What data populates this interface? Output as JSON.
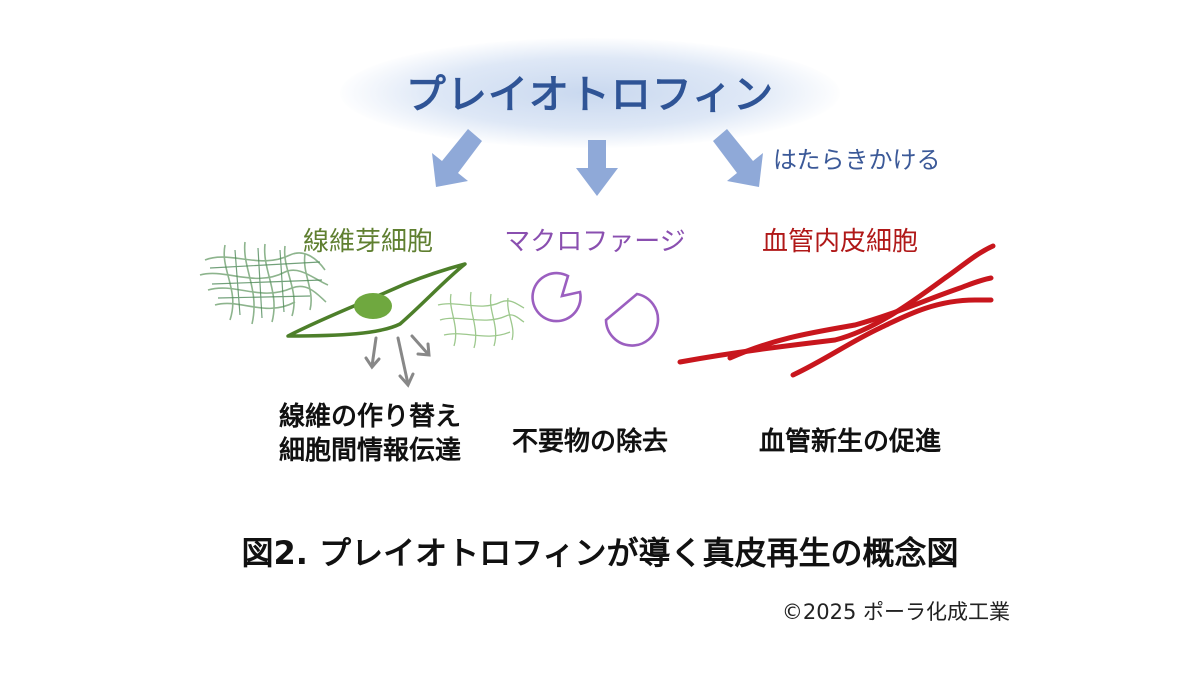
{
  "title": "プレイオトロフィン",
  "action_label": "はたらきかける",
  "cells": {
    "fibroblast": {
      "label": "線維芽細胞",
      "effect_line1": "線維の作り替え",
      "effect_line2": "細胞間情報伝達"
    },
    "macrophage": {
      "label": "マクロファージ",
      "effect": "不要物の除去"
    },
    "endothelial": {
      "label": "血管内皮細胞",
      "effect": "血管新生の促進"
    }
  },
  "caption": "図2. プレイオトロフィンが導く真皮再生の概念図",
  "copyright": "©2025 ポーラ化成工業",
  "colors": {
    "title": "#2f5496",
    "arrow": "#8fa9d8",
    "fibroblast": "#5f7f30",
    "macrophage": "#8a4fb0",
    "endothelial": "#b01818"
  },
  "icons": [
    "arrow-down-left-icon",
    "arrow-down-icon",
    "arrow-down-right-icon",
    "fibroblast-cell-icon",
    "fiber-mesh-icon",
    "macrophage-cell-icon",
    "blood-vessel-icon"
  ]
}
